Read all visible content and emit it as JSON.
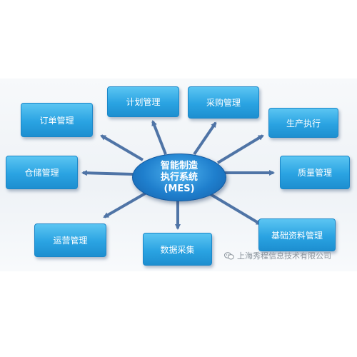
{
  "center": {
    "lines": [
      "智能制造",
      "执行系统",
      "(MES)"
    ]
  },
  "nodes": {
    "order": "订单管理",
    "plan": "计划管理",
    "purchase": "采购管理",
    "production": "生产执行",
    "warehouse": "仓储管理",
    "quality": "质量管理",
    "operations": "运营管理",
    "data": "数据采集",
    "basedata": "基础资料管理"
  },
  "watermark": {
    "text": "上海秀程信息技术有限公司",
    "icon": "wechat-icon"
  },
  "colors": {
    "node": "#2aa3e2",
    "center": "#1f7fcd",
    "arrow": "#4f74a6"
  }
}
